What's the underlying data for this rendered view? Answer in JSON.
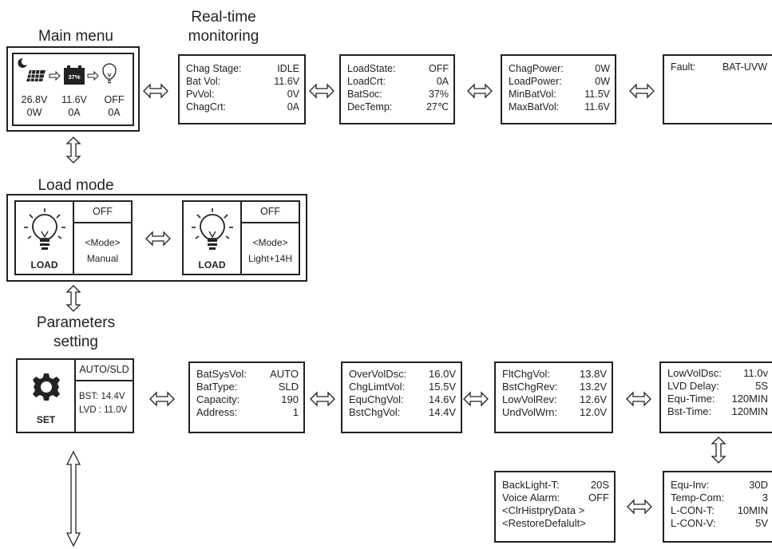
{
  "titles": {
    "main_menu": "Main menu",
    "realtime_1": "Real-time",
    "realtime_2": "monitoring",
    "load_mode": "Load mode",
    "params_1": "Parameters",
    "params_2": "setting"
  },
  "main_menu": {
    "battery_percent": "37%",
    "col1": [
      "26.8V",
      "0W"
    ],
    "col2": [
      "11.6V",
      "0A"
    ],
    "col3": [
      "OFF",
      "0A"
    ]
  },
  "monitor_screens": [
    {
      "rows": [
        [
          "Chag Stage:",
          "IDLE"
        ],
        [
          "Bat Vol:",
          "11.6V"
        ],
        [
          "PvVol:",
          "0V"
        ],
        [
          "ChagCrt:",
          "0A"
        ]
      ]
    },
    {
      "rows": [
        [
          "LoadState:",
          "OFF"
        ],
        [
          "LoadCrt:",
          "0A"
        ],
        [
          "BatSoc:",
          "37%"
        ],
        [
          "DecTemp:",
          "27℃"
        ]
      ]
    },
    {
      "rows": [
        [
          "ChagPower:",
          "0W"
        ],
        [
          "LoadPower:",
          "0W"
        ],
        [
          "MinBatVol:",
          "11.5V"
        ],
        [
          "MaxBatVol:",
          "11.6V"
        ]
      ]
    },
    {
      "rows": [
        [
          "Fault:",
          "BAT-UVW"
        ]
      ]
    }
  ],
  "load_screens": [
    {
      "icon_label": "LOAD",
      "state": "OFF",
      "mode_label": "<Mode>",
      "mode_value": "Manual"
    },
    {
      "icon_label": "LOAD",
      "state": "OFF",
      "mode_label": "<Mode>",
      "mode_value": "Light+14H"
    }
  ],
  "set_screen": {
    "icon_label": "SET",
    "type": "AUTO/SLD",
    "bst": "BST: 14.4V",
    "lvd": "LVD : 11.0V"
  },
  "param_screens": [
    {
      "rows": [
        [
          "BatSysVol:",
          "AUTO"
        ],
        [
          "BatType:",
          "SLD"
        ],
        [
          "Capacity:",
          "190"
        ],
        [
          "Address:",
          "1"
        ]
      ]
    },
    {
      "rows": [
        [
          "OverVolDsc:",
          "16.0V"
        ],
        [
          "ChgLimtVol:",
          "15.5V"
        ],
        [
          "EquChgVol:",
          "14.6V"
        ],
        [
          "BstChgVol:",
          "14.4V"
        ]
      ]
    },
    {
      "rows": [
        [
          "FltChgVol:",
          "13.8V"
        ],
        [
          "BstChgRev:",
          "13.2V"
        ],
        [
          "LowVolRev:",
          "12.6V"
        ],
        [
          "UndVolWrn:",
          "12.0V"
        ]
      ]
    },
    {
      "rows": [
        [
          "LowVolDsc:",
          "11.0v"
        ],
        [
          "LVD Delay:",
          "5S"
        ],
        [
          "Equ-Time:",
          "120MIN"
        ],
        [
          "Bst-Time:",
          "120MIN"
        ]
      ]
    },
    {
      "rows": [
        [
          "Equ-Inv:",
          "30D"
        ],
        [
          "Temp-Com:",
          "3"
        ],
        [
          "L-CON-T:",
          "10MIN"
        ],
        [
          "L-CON-V:",
          "5V"
        ]
      ]
    },
    {
      "rows": [
        [
          "BackLight-T:",
          "20S"
        ],
        [
          "Voice Alarm:",
          "OFF"
        ],
        [
          "<ClrHistpryData >",
          ""
        ],
        [
          "<RestoreDefalult>",
          ""
        ]
      ]
    }
  ]
}
